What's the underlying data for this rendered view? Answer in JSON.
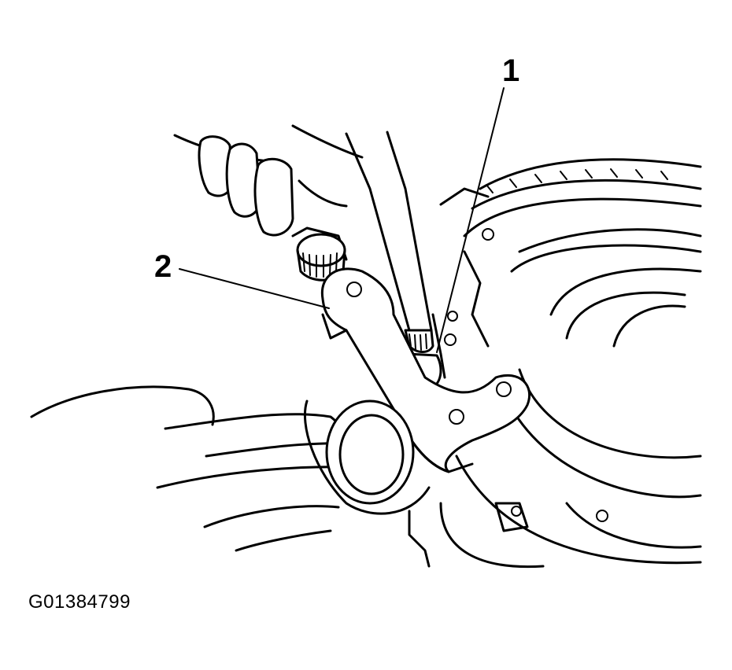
{
  "callouts": [
    {
      "label": "1",
      "target": "tool-tip"
    },
    {
      "label": "2",
      "target": "bracket"
    }
  ],
  "figure_id": "G01384799",
  "colors": {
    "ink": "#000000",
    "paper": "#ffffff"
  }
}
